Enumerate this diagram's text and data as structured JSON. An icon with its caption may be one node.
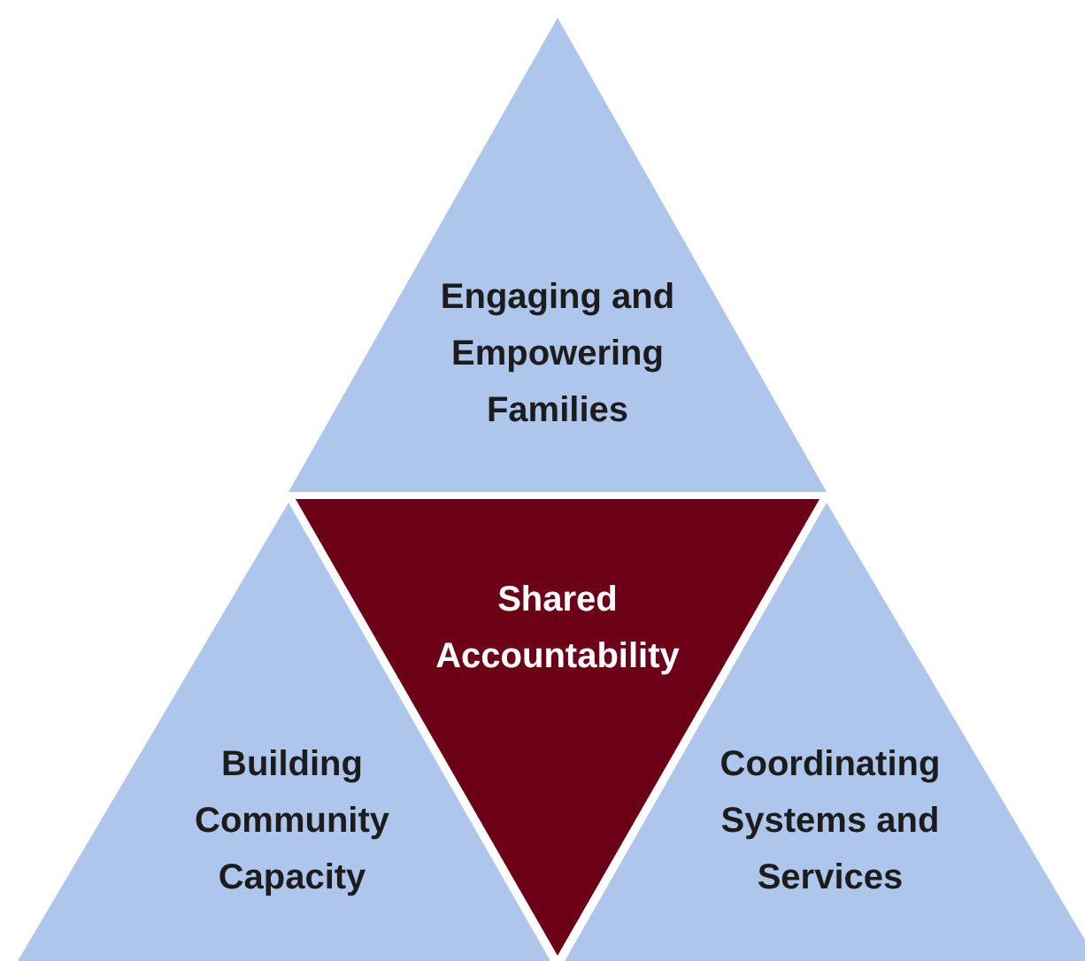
{
  "diagram": {
    "nodes": [
      {
        "text": [
          "Engaging and Empowering Families"
        ]
      },
      {
        "text": [
          "Shared Accountability"
        ]
      },
      {
        "text": [
          "Building Community Capacity"
        ]
      },
      {
        "text": [
          "Coordinating Systems and Services"
        ]
      }
    ]
  }
}
